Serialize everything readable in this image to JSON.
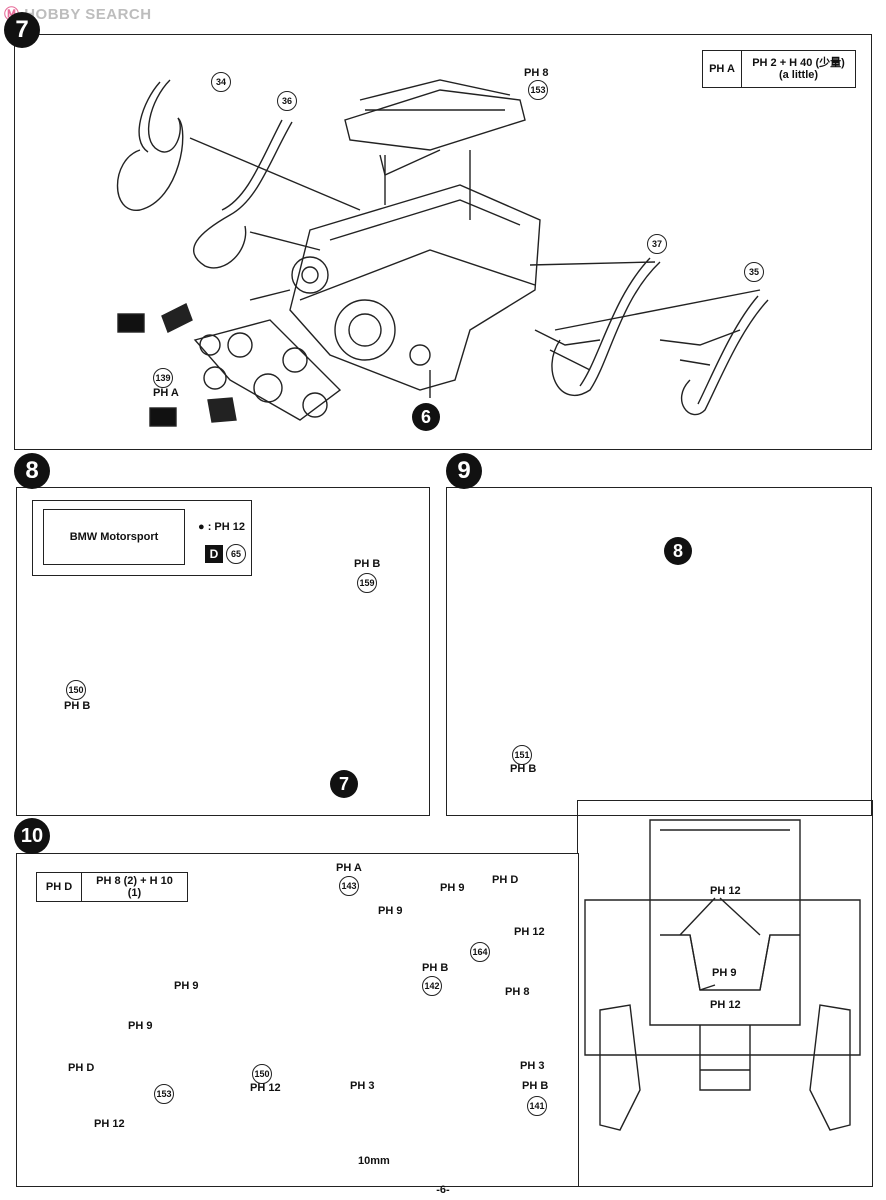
{
  "watermark": {
    "prefix": "Ⓜ",
    "brand": "HOBBY SEARCH"
  },
  "steps": {
    "s7": "7",
    "s8": "8",
    "s9": "9",
    "s10": "10"
  },
  "step7": {
    "paint_box": {
      "code": "PH A",
      "mix": "PH 2 + H 40 (少量)",
      "mix_note": "(a little)"
    },
    "labels": {
      "ph8": "PH 8",
      "pha": "PH A"
    },
    "parts": [
      "34",
      "36",
      "153",
      "37",
      "35",
      "139"
    ],
    "ref": "6"
  },
  "step8": {
    "decal_text": "BMW Motorsport",
    "decal_color": "● : PH 12",
    "decal_code": "D",
    "decal_num": "65",
    "labels": {
      "phb_top": "PH B",
      "phb_left": "PH B"
    },
    "parts": [
      "159",
      "150"
    ],
    "ref": "7"
  },
  "step9": {
    "labels": {
      "phb": "PH B"
    },
    "parts": [
      "151"
    ],
    "ref": "8",
    "inset_labels": {
      "ph12_top": "PH 12",
      "ph9": "PH 9",
      "ph12_bottom": "PH 12"
    }
  },
  "step10": {
    "paint_box": {
      "code": "PH D",
      "mix": "PH 8 (2) + H 10 (1)"
    },
    "labels": {
      "pha": "PH A",
      "ph9_a": "PH 9",
      "ph9_b": "PH 9",
      "phd_r": "PH D",
      "ph12_r": "PH 12",
      "ph9_c": "PH 9",
      "phb": "PH B",
      "ph8": "PH 8",
      "ph9_d": "PH 9",
      "phd_l": "PH D",
      "ph12_l": "PH 12",
      "ph12_m": "PH 12",
      "ph3_a": "PH 3",
      "ph3_b": "PH 3",
      "phb_b": "PH B"
    },
    "parts": [
      "143",
      "164",
      "142",
      "150",
      "153",
      "141"
    ],
    "dimension": "10mm"
  },
  "page_number": "-6-"
}
